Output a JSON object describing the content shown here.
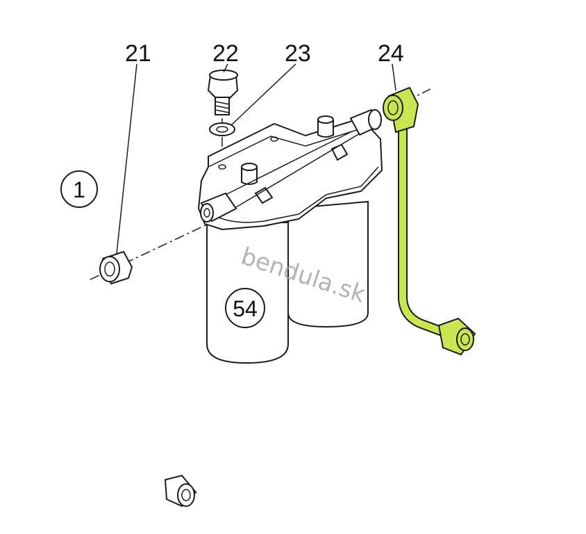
{
  "diagram": {
    "callouts": [
      {
        "id": "21",
        "label": "21"
      },
      {
        "id": "22",
        "label": "22"
      },
      {
        "id": "23",
        "label": "23"
      },
      {
        "id": "24",
        "label": "24"
      }
    ],
    "circled_labels": [
      {
        "id": "group",
        "label": "1"
      },
      {
        "id": "filter",
        "label": "54"
      }
    ],
    "watermark": "bendula.sk",
    "highlight": {
      "part": "24",
      "color": "#c8e650"
    }
  }
}
